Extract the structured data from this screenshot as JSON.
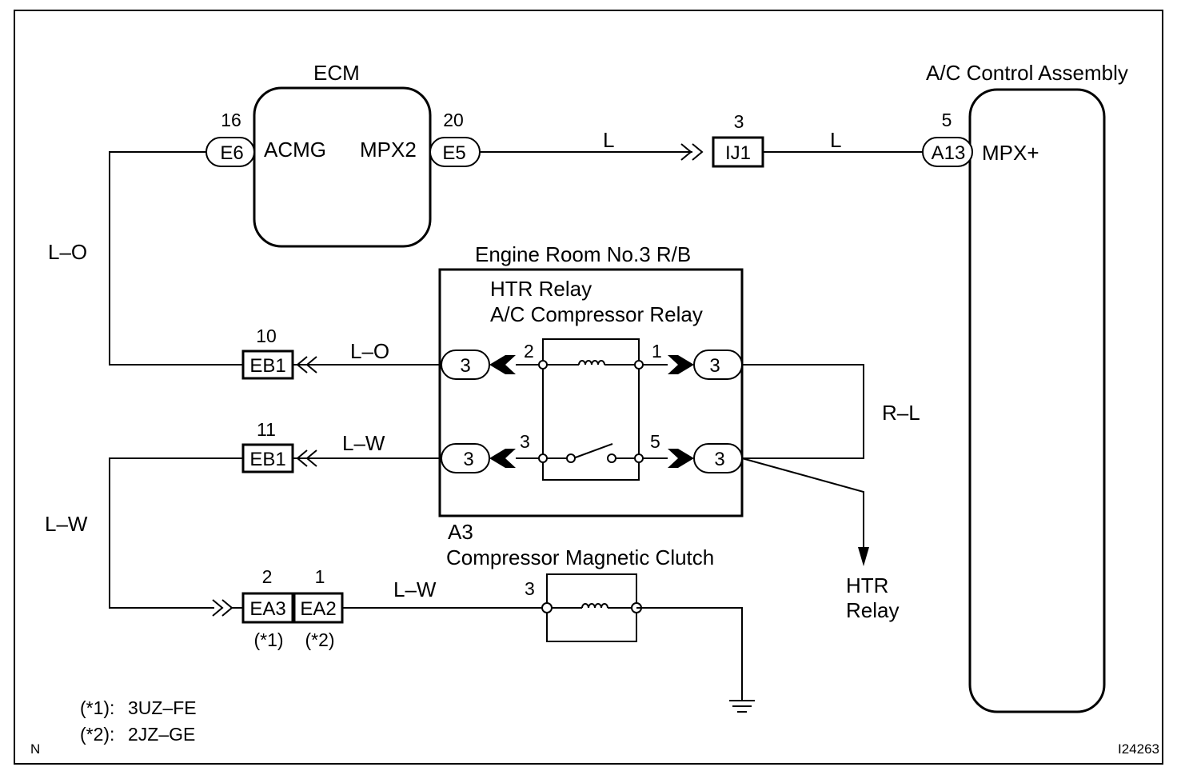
{
  "frame": {
    "corner_code": "N",
    "figure_id": "I24263"
  },
  "components": {
    "ecm": "ECM",
    "ac_control": "A/C Control Assembly",
    "relay_block": "Engine Room No.3 R/B",
    "htr_relay": "HTR Relay",
    "ac_compressor_relay": "A/C Compressor Relay",
    "clutch_connector": "A3",
    "clutch": "Compressor Magnetic Clutch",
    "htr_relay_dest_line1": "HTR",
    "htr_relay_dest_line2": "Relay"
  },
  "terminals": {
    "ecm_acmg": "ACMG",
    "ecm_mpx2": "MPX2",
    "ac_mpx": "MPX+"
  },
  "connectors": {
    "e6": {
      "code": "E6",
      "pin": "16"
    },
    "e5": {
      "code": "E5",
      "pin": "20"
    },
    "ij1": {
      "code": "IJ1",
      "pin": "3"
    },
    "a13": {
      "code": "A13",
      "pin": "5"
    },
    "eb1_top": {
      "code": "EB1",
      "pin": "10"
    },
    "eb1_bottom": {
      "code": "EB1",
      "pin": "11"
    },
    "ea3": {
      "code": "EA3",
      "pin": "2",
      "note": "(*1)"
    },
    "ea2": {
      "code": "EA2",
      "pin": "1",
      "note": "(*2)"
    },
    "rb_upper_left": {
      "code": "3"
    },
    "rb_upper_right": {
      "code": "3"
    },
    "rb_lower_left": {
      "code": "3"
    },
    "rb_lower_right": {
      "code": "3"
    }
  },
  "relay_pins": {
    "p2": "2",
    "p1": "1",
    "p3": "3",
    "p5": "5"
  },
  "clutch_pin": "3",
  "wire_colors": {
    "ecm_to_ij1": "L",
    "ij1_to_a13": "L",
    "left_vertical_top": "L–O",
    "eb1_to_relay": "L–O",
    "eb1_to_relay_lower": "L–W",
    "left_vertical_bottom": "L–W",
    "ea2_to_clutch": "L–W",
    "relay_loop": "R–L"
  },
  "notes": [
    {
      "key": "(*1):",
      "value": "3UZ–FE"
    },
    {
      "key": "(*2):",
      "value": "2JZ–GE"
    }
  ]
}
